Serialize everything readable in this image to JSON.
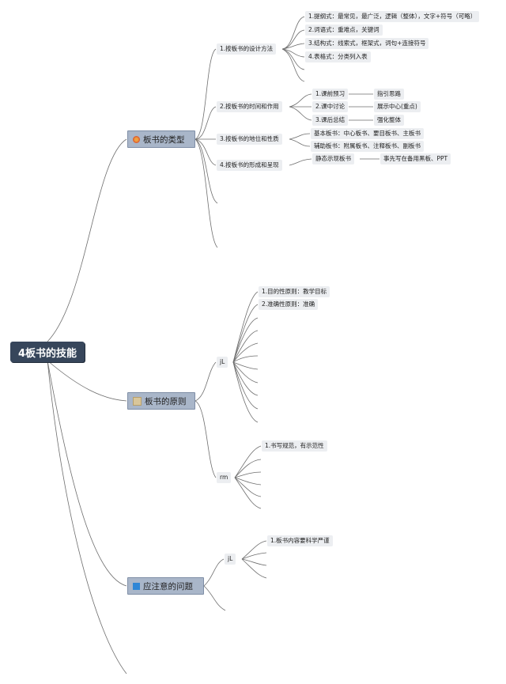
{
  "root": {
    "label": "4板书的技能"
  },
  "branches": [
    {
      "label": "板书的类型",
      "icon": "flower-icon",
      "children": [
        {
          "label": "1.按板书的设计方法",
          "items": [
            "1.提纲式：最常见，最广泛，逻辑（整体），文字+符号（可略）",
            "2.词语式：重难点，关键词",
            "3.结构式：线索式，框架式，词句+连接符号",
            "4.表格式：分类列入表"
          ]
        },
        {
          "label": "2.按板书的时间和作用",
          "items": [
            {
              "label": "1.课前预习",
              "detail": "指引思路"
            },
            {
              "label": "2.课中讨论",
              "detail": "展示中心(重点)"
            },
            {
              "label": "3.课后总结",
              "detail": "强化整体"
            }
          ]
        },
        {
          "label": "3.按板书的地位和性质",
          "items": [
            "基本板书：中心板书、要目板书、主板书",
            "辅助板书：附属板书、注释板书、副板书"
          ]
        },
        {
          "label": "4.按板书的形成和呈现",
          "items": [
            {
              "label": "静态示现板书",
              "detail": "事先写在备用黑板、PPT"
            }
          ]
        }
      ]
    },
    {
      "label": "板书的原则",
      "icon": "note-square-icon",
      "children": [
        {
          "label": "jL",
          "items": [
            "1.目的性原则：教学目标",
            "2.准确性原则：准确"
          ]
        },
        {
          "label": "rm",
          "items": [
            "1.书写规范，有示范性"
          ]
        }
      ]
    },
    {
      "label": "应注意的问题",
      "icon": "blue-square-icon",
      "children": [
        {
          "label": "jL",
          "items": [
            "1.板书内容要科学严谨"
          ]
        }
      ]
    }
  ]
}
